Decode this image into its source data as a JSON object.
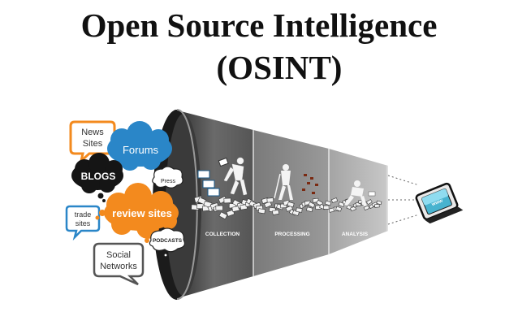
{
  "title": {
    "line1": "Open Source Intelligence",
    "line2": "(OSINT)"
  },
  "sources": {
    "news_sites": [
      "News",
      "Sites"
    ],
    "forums": "Forums",
    "blogs": "BLOGS",
    "press": "Press",
    "trade_sites": [
      "trade",
      "sites"
    ],
    "review_sites": "review sites",
    "podcasts": "PODCASTS",
    "social_networks": [
      "Social",
      "Networks"
    ]
  },
  "stages": {
    "collection": "COLLECTION",
    "processing": "PROCESSING",
    "analysis": "ANALYSIS"
  },
  "output": {
    "screen_label": "www"
  },
  "colors": {
    "orange": "#f38a1e",
    "blue": "#2a86c8",
    "black": "#151515",
    "funnel_dark": "#5a5a5a",
    "funnel_mid": "#8a8a8a",
    "funnel_light": "#b5b5b5"
  },
  "icons": [
    "speech-bubble-icon",
    "cloud-icon",
    "envelope-icon",
    "worker-icon",
    "monitor-icon"
  ]
}
